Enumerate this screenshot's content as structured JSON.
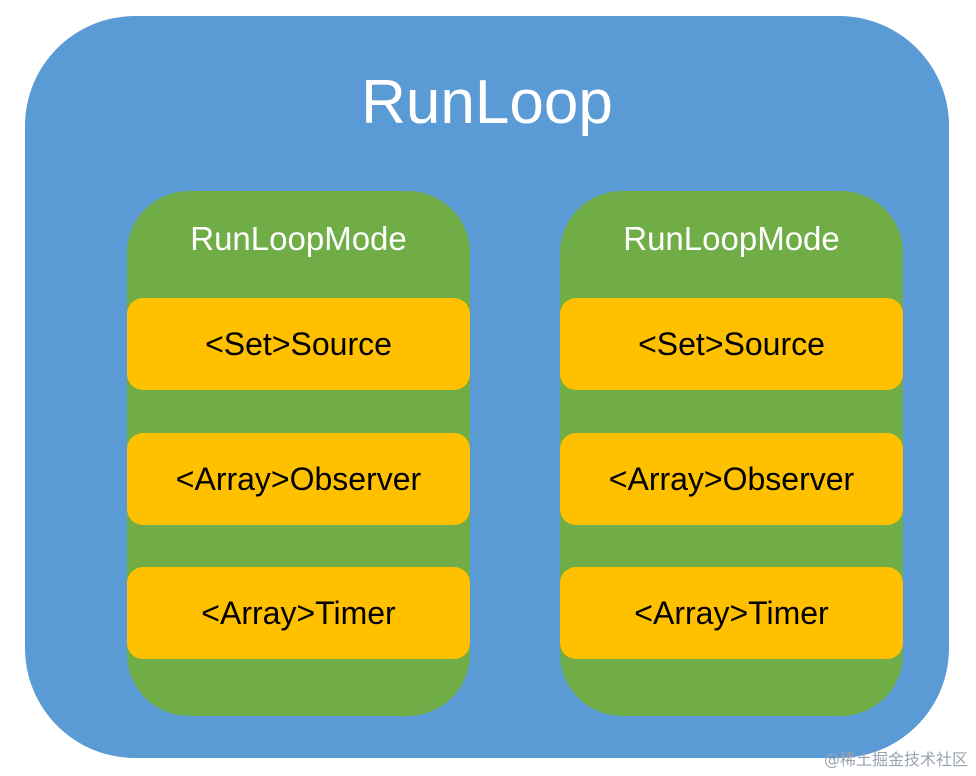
{
  "runloop": {
    "title": "RunLoop",
    "color": "#5b9bd5"
  },
  "modes": [
    {
      "title": "RunLoopMode",
      "items": [
        "<Set>Source",
        "<Array>Observer",
        "<Array>Timer"
      ]
    },
    {
      "title": "RunLoopMode",
      "items": [
        "<Set>Source",
        "<Array>Observer",
        "<Array>Timer"
      ]
    }
  ],
  "colors": {
    "mode": "#70ad47",
    "item": "#ffc000"
  },
  "watermark": "@稀土掘金技术社区"
}
